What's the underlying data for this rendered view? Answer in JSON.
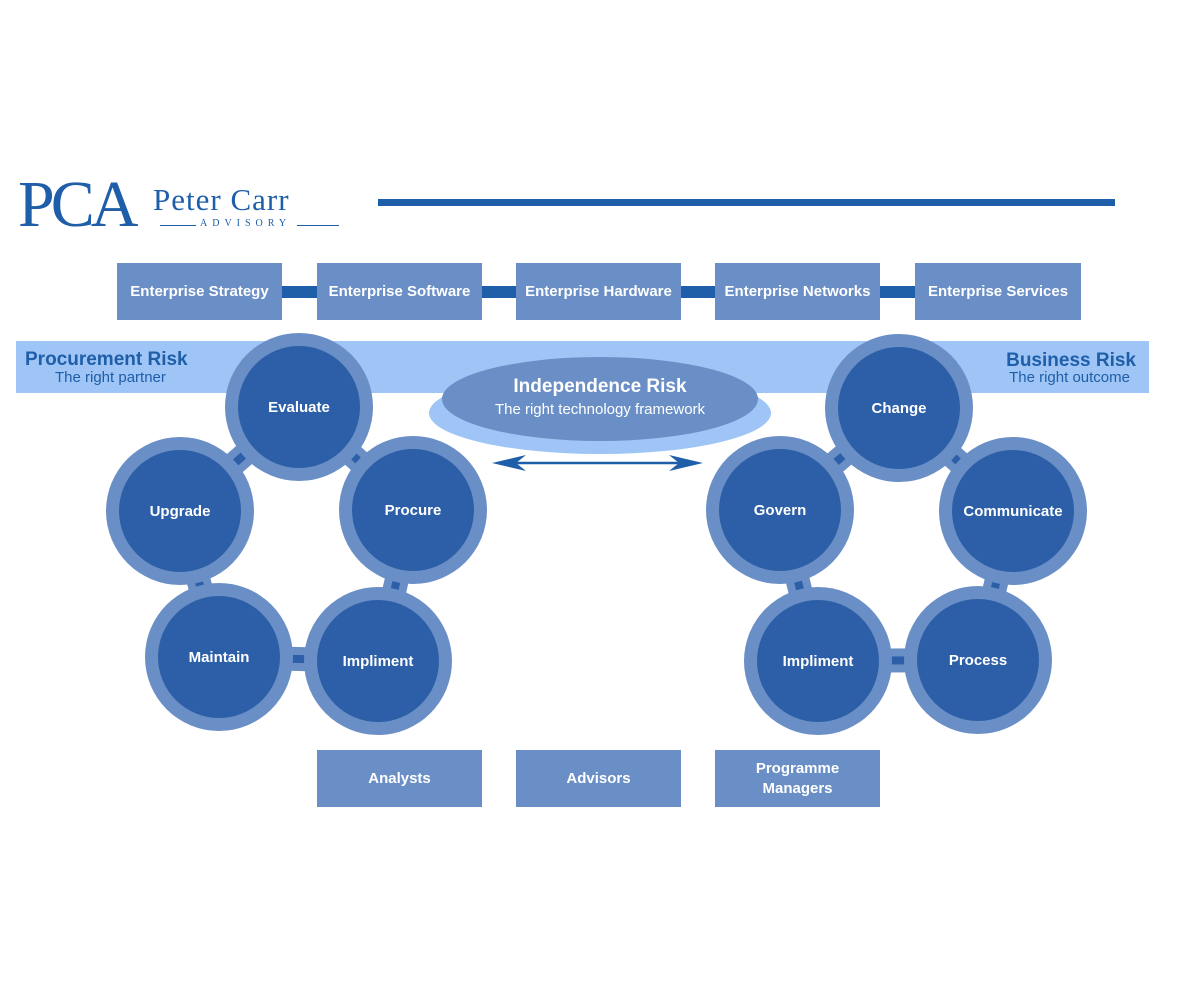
{
  "logo": {
    "mark": "PCA",
    "name": "Peter Carr",
    "sub": "ADVISORY"
  },
  "top_boxes": [
    "Enterprise Strategy",
    "Enterprise Software",
    "Enterprise Hardware",
    "Enterprise Networks",
    "Enterprise Services"
  ],
  "risks": {
    "procurement": {
      "title": "Procurement Risk",
      "subtitle": "The right partner"
    },
    "business": {
      "title": "Business Risk",
      "subtitle": "The right outcome"
    },
    "independence": {
      "title": "Independence Risk",
      "subtitle": "The right technology framework"
    }
  },
  "procurement_cycle": [
    "Evaluate",
    "Procure",
    "Impliment",
    "Maintain",
    "Upgrade"
  ],
  "business_cycle": [
    "Change",
    "Communicate",
    "Process",
    "Impliment",
    "Govern"
  ],
  "bottom_boxes": [
    "Analysts",
    "Advisors",
    "Programme Managers"
  ],
  "colors": {
    "primary": "#1f5ea8",
    "node_fill": "#2c5fa7",
    "node_ring": "#6a8fc6",
    "box": "#6a8fc6",
    "band": "#9ec5f5"
  }
}
